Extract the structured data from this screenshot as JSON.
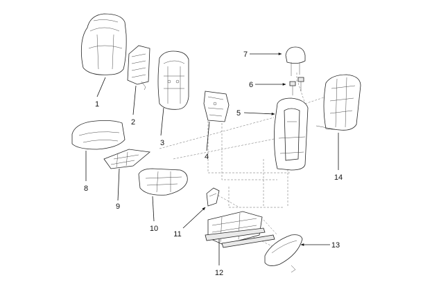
{
  "callouts": [
    {
      "id": "1",
      "text": "1"
    },
    {
      "id": "2",
      "text": "2"
    },
    {
      "id": "3",
      "text": "3"
    },
    {
      "id": "4",
      "text": "4"
    },
    {
      "id": "5",
      "text": "5"
    },
    {
      "id": "6",
      "text": "6"
    },
    {
      "id": "7",
      "text": "7"
    },
    {
      "id": "8",
      "text": "8"
    },
    {
      "id": "9",
      "text": "9"
    },
    {
      "id": "10",
      "text": "10"
    },
    {
      "id": "11",
      "text": "11"
    },
    {
      "id": "12",
      "text": "12"
    },
    {
      "id": "13",
      "text": "13"
    },
    {
      "id": "14",
      "text": "14"
    }
  ],
  "colors": {
    "line": "#222222",
    "background": "#ffffff",
    "shade": "#e9e9e9"
  }
}
